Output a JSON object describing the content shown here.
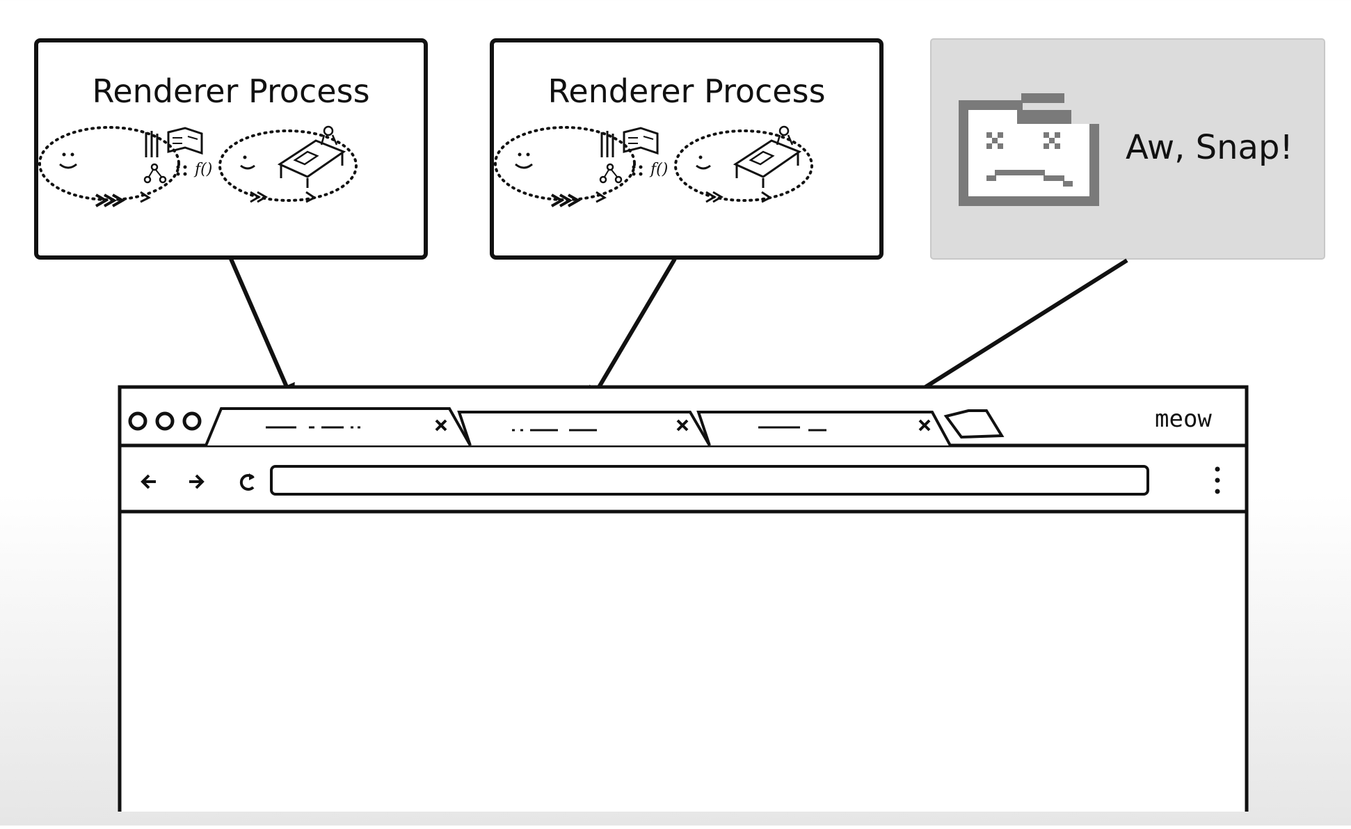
{
  "processes": [
    {
      "title": "Renderer Process",
      "state": "running"
    },
    {
      "title": "Renderer Process",
      "state": "running"
    },
    {
      "title": "Aw, Snap!",
      "state": "crashed"
    }
  ],
  "browser": {
    "brand": "meow",
    "tabs": [
      {
        "close_icon": "close-icon"
      },
      {
        "close_icon": "close-icon"
      },
      {
        "close_icon": "close-icon"
      }
    ],
    "toolbar_icons": [
      "back-arrow-icon",
      "forward-arrow-icon",
      "reload-icon",
      "menu-dots-icon"
    ]
  },
  "colors": {
    "ink": "#111111",
    "crash_panel": "#dcdcdc",
    "sad_folder": "#7a7a7a"
  }
}
